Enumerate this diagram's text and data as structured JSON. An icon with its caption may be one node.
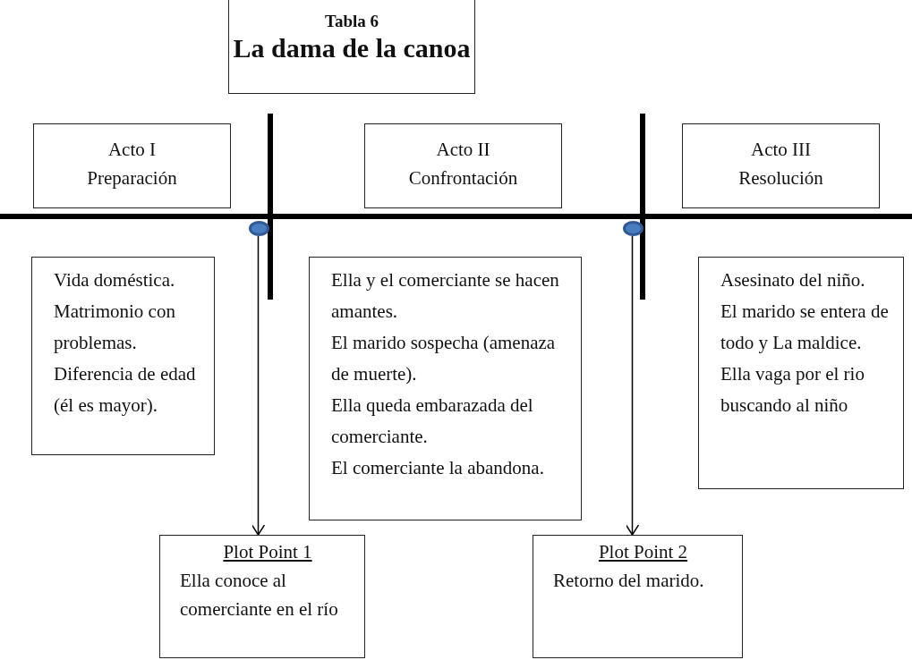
{
  "diagram": {
    "nodes": [
      {
        "text": [
          "Tabla 6",
          "La dama de la canoa"
        ]
      },
      {
        "text": [
          "Acto I",
          "Preparación"
        ]
      },
      {
        "text": [
          "Acto II",
          "Confrontación"
        ]
      },
      {
        "text": [
          "Acto III",
          "Resolución"
        ]
      },
      {
        "text": [
          "Vida doméstica.",
          "Matrimonio con problemas.",
          "Diferencia de edad (él es mayor)."
        ]
      },
      {
        "text": [
          "Ella y el comerciante se hacen amantes.",
          "El marido sospecha (amenaza de muerte).",
          "Ella queda embarazada del comerciante.",
          "El comerciante la abandona."
        ]
      },
      {
        "text": [
          "Asesinato del niño.",
          "El marido se entera de todo y La maldice.",
          "Ella vaga por el rio buscando al niño"
        ]
      },
      {
        "text": [],
        "shape": "circle"
      },
      {
        "text": [],
        "shape": "circle"
      },
      {
        "text": [
          "Plot Point 1",
          "Ella conoce al comerciante en el río"
        ]
      },
      {
        "text": [
          "Plot Point 2",
          "Retorno del marido."
        ]
      }
    ],
    "edges": [
      {
        "from": 7,
        "to": 9,
        "arrow": "to"
      },
      {
        "from": 8,
        "to": 10,
        "arrow": "to"
      }
    ]
  }
}
